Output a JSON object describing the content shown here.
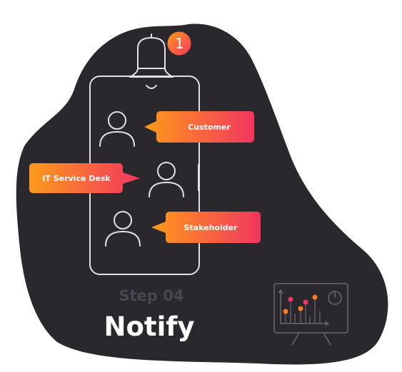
{
  "notification": {
    "badge_count": "1"
  },
  "roles": {
    "customer": "Customer",
    "it_service_desk": "IT Service Desk",
    "stakeholder": "Stakeholder"
  },
  "step": {
    "number_label": "Step 04",
    "title": "Notify"
  },
  "colors": {
    "blob": "#2a272d",
    "line": "#e3e0e6",
    "gradient_start": "#ff9a1a",
    "gradient_end": "#f2365f",
    "step_label": "#4a464f",
    "title": "#ffffff",
    "chart_line": "#6c6771",
    "chart_dot_orange": "#ff7a22",
    "chart_dot_red": "#f2365f"
  },
  "icons": {
    "bell": "bell-icon",
    "person": "person-icon",
    "chart": "chart-board-icon"
  }
}
